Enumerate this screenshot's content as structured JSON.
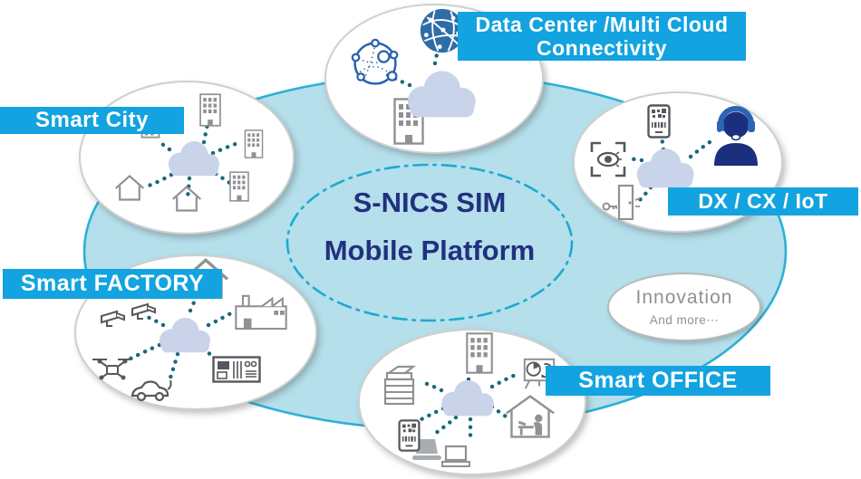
{
  "platform": {
    "line1": "S-NICS SIM",
    "line2": "Mobile Platform"
  },
  "groups": {
    "smart_city": {
      "label": "Smart City",
      "icons": [
        "cloud",
        "office-building",
        "office-building",
        "office-building",
        "house",
        "house",
        "small-building"
      ]
    },
    "data_center": {
      "label_line1": "Data Center /Multi Cloud",
      "label_line2": "Connectivity",
      "icons": [
        "cloud",
        "globe-network",
        "connected-nodes",
        "office-building"
      ]
    },
    "dx_cx_iot": {
      "label": "DX / CX / IoT",
      "icons": [
        "cloud",
        "qr-tablet",
        "eye-scan",
        "door-key",
        "support-agent"
      ]
    },
    "smart_factory": {
      "label": "Smart FACTORY",
      "icons": [
        "cloud",
        "house",
        "cctv-camera",
        "cctv-camera",
        "factory",
        "drone",
        "electric-car",
        "circuit-board"
      ]
    },
    "smart_office": {
      "label": "Smart OFFICE",
      "icons": [
        "cloud",
        "copier",
        "office-building",
        "presentation-chart",
        "remote-worker",
        "laptop",
        "laptop",
        "qr-tablet"
      ]
    },
    "innovation": {
      "title": "Innovation",
      "subtitle": "And more⋯"
    }
  },
  "colors": {
    "label_bar": "#12a3e0",
    "platform_fill": "#b4dfeb",
    "platform_stroke": "#2bb0d6",
    "platform_text": "#22307f",
    "connector_dots": "#17697d",
    "cloud_fill": "#c9d3ea",
    "icon_gray": "#8f9193",
    "icon_dark_gray": "#55585c",
    "icon_blue": "#2e6da8",
    "icon_navy": "#1b2f7e",
    "innovation_text": "#8e9192"
  }
}
